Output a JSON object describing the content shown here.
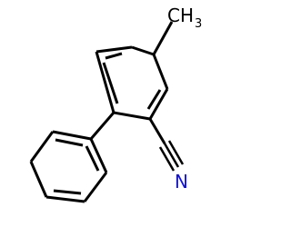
{
  "molecule": {
    "methyl": {
      "element": "CH",
      "subscript": "3"
    },
    "nitrogen": {
      "symbol": "N"
    }
  },
  "colors": {
    "bond": "#000000",
    "carbon_label": "#000000",
    "nitrogen_label": "#1010e0",
    "background": "#ffffff"
  }
}
